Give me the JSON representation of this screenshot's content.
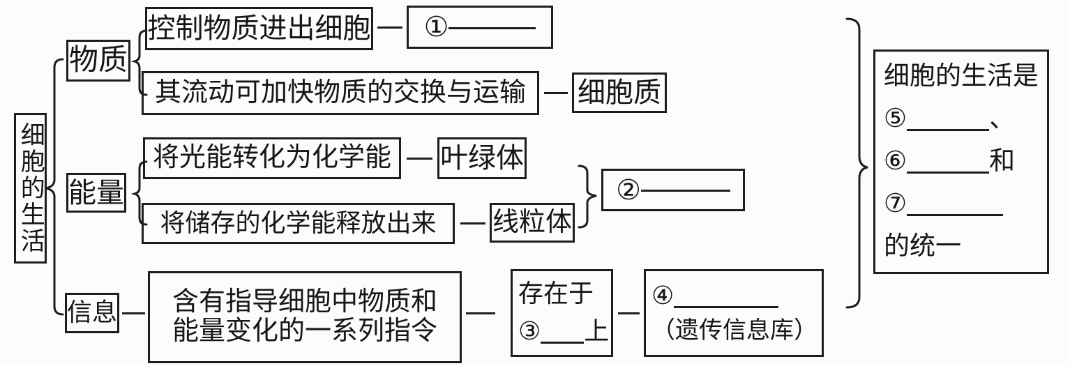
{
  "root": {
    "label": "细胞的生活"
  },
  "branches": {
    "matter": "物质",
    "energy": "能量",
    "info": "信息"
  },
  "matter_rows": {
    "r1_desc": "控制物质进出细胞",
    "r1_blank_prefix": "①",
    "r2_desc": "其流动可加快物质的交换与运输",
    "r2_result": "细胞质"
  },
  "energy_rows": {
    "r3_desc": "将光能转化为化学能",
    "r3_result": "叶绿体",
    "r4_desc": "将储存的化学能释放出来",
    "r4_result": "线粒体",
    "blank_prefix": "②"
  },
  "info_row": {
    "desc_line1": "含有指导细胞中物质和",
    "desc_line2": "能量变化的一系列指令",
    "location_line1": "存在于",
    "location_blank_prefix": "③",
    "location_blank_suffix": "上",
    "result_blank_prefix": "④",
    "result_note": "（遗传信息库）"
  },
  "conclusion": {
    "line1": "细胞的生活是",
    "item5_prefix": "⑤",
    "item5_suffix": "、",
    "item6_prefix": "⑥",
    "item6_suffix": "和",
    "item7_prefix": "⑦",
    "line_last": "的统一"
  }
}
